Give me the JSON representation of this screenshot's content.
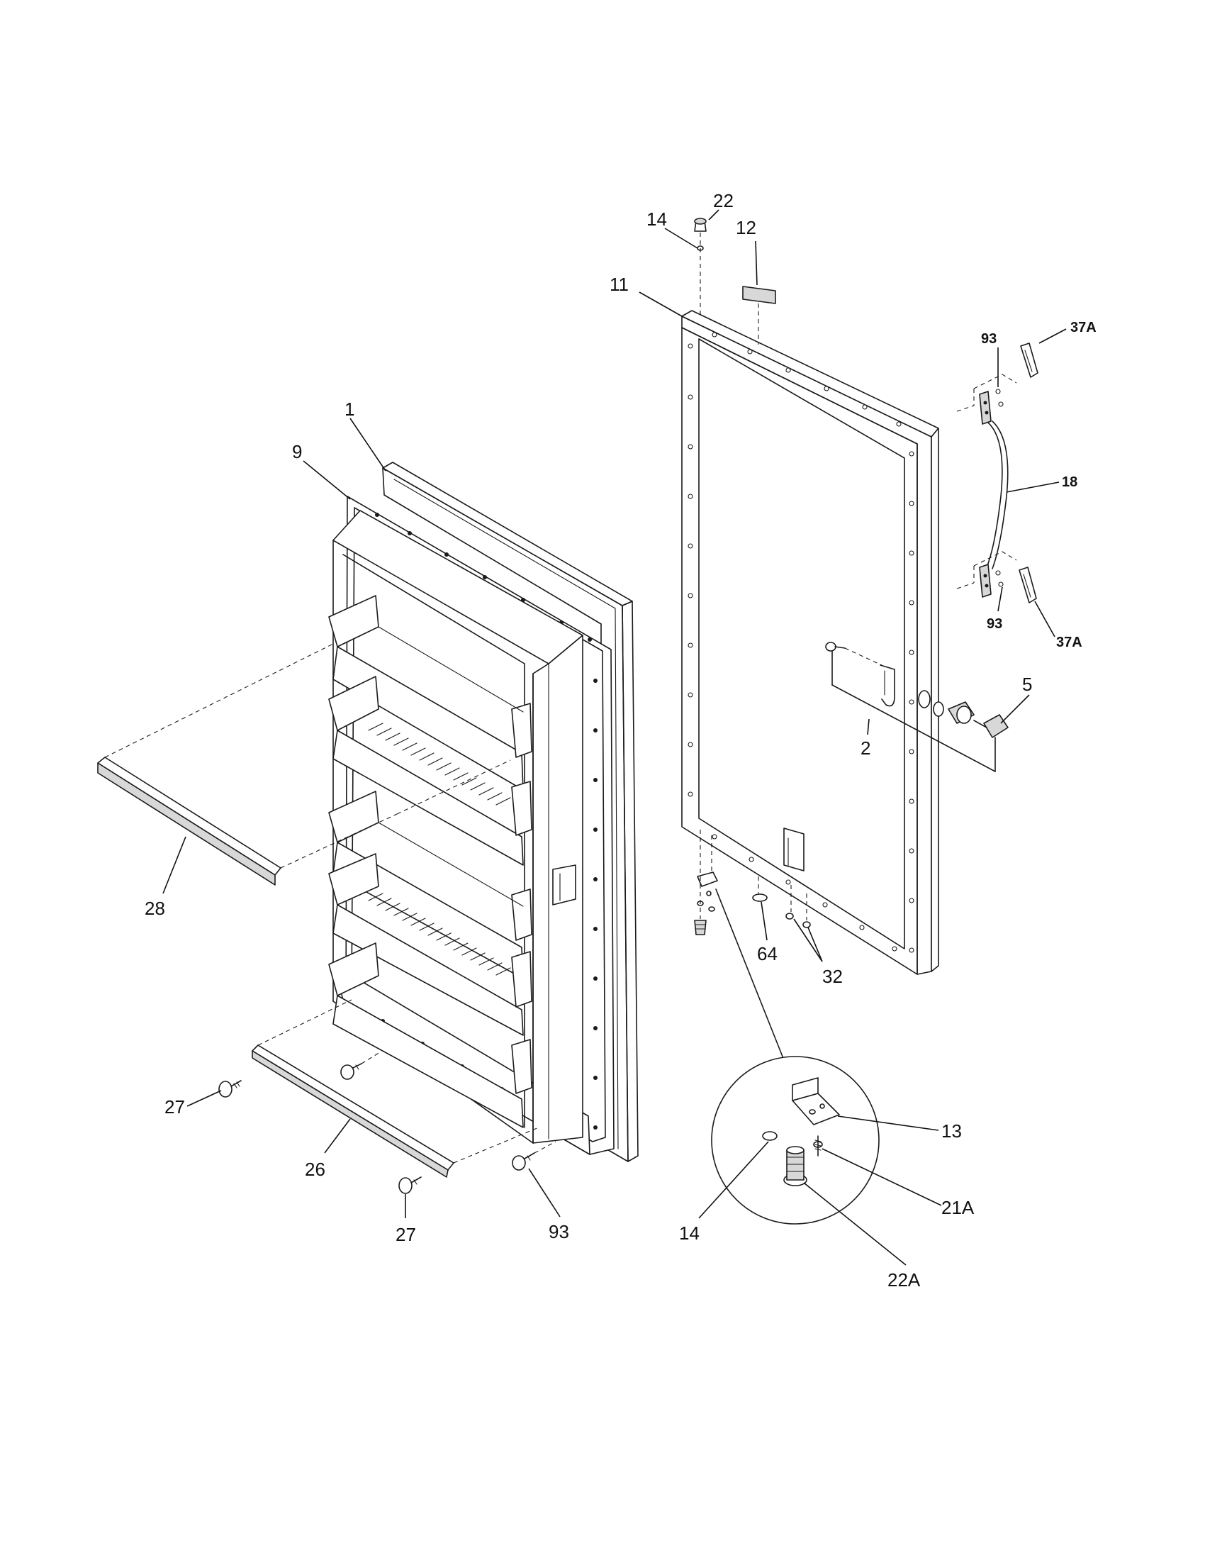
{
  "diagram": {
    "labels": {
      "l1": "1",
      "l9": "9",
      "l28": "28",
      "l27a": "27",
      "l26": "26",
      "l27b": "27",
      "l93a": "93",
      "l14a": "14",
      "l22": "22",
      "l12": "12",
      "l11": "11",
      "l93b": "93",
      "l37a1": "37A",
      "l18": "18",
      "l93c": "93",
      "l37a2": "37A",
      "l5": "5",
      "l2": "2",
      "l64": "64",
      "l32": "32",
      "l13": "13",
      "l14b": "14",
      "l21a": "21A",
      "l22a": "22A"
    },
    "colors": {
      "line": "#1a1a1a",
      "background": "#ffffff"
    }
  }
}
